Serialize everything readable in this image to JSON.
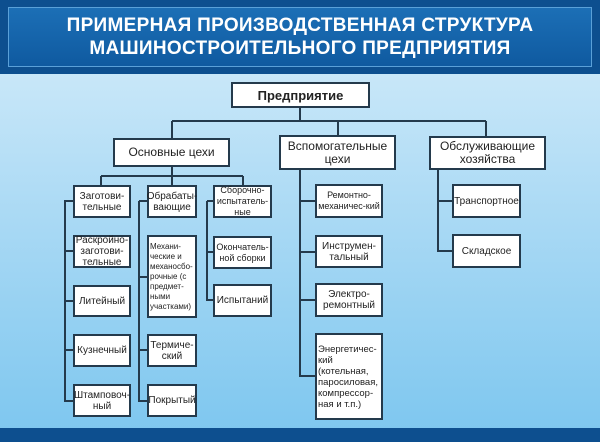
{
  "title": {
    "line1": "ПРИМЕРНАЯ ПРОИЗВОДСТВЕННАЯ СТРУКТУРА",
    "line2": "МАШИНОСТРОИТЕЛЬНОГО ПРЕДПРИЯТИЯ"
  },
  "root": "Предприятие",
  "groups": {
    "main": "Основные цехи",
    "aux": "Вспомогательные цехи",
    "service": "Обслуживающие хозяйства"
  },
  "main": {
    "procurement": {
      "label": "Заготови-тельные",
      "items": [
        "Раскройно-заготови-тельные",
        "Литейный",
        "Кузнечный",
        "Штамповоч-ный"
      ]
    },
    "processing": {
      "label": "Обрабаты-вающие",
      "items": [
        "Механи-ческие и механосбо-рочные (с предмет-ными участками)",
        "Термиче-ский",
        "Покрытый"
      ]
    },
    "assembly": {
      "label": "Сборочно-испытатель-ные",
      "items": [
        "Окончатель-ной сборки",
        "Испытаний"
      ]
    }
  },
  "aux": [
    "Ремонтно-механичес-кий",
    "Инструмен-тальный",
    "Электро-ремонтный",
    "Энергетичес-кий (котельная, паросиловая, компрессор-ная и т.п.)"
  ],
  "service": [
    "Транспортное",
    "Складское"
  ]
}
